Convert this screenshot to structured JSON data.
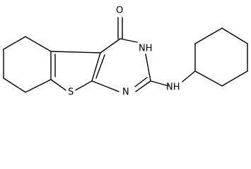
{
  "structure": {
    "atoms": {
      "oxygen": "O",
      "ring_nh": "NH",
      "ring_n": "N",
      "sulfur": "S",
      "amine_nh": "NH"
    }
  }
}
